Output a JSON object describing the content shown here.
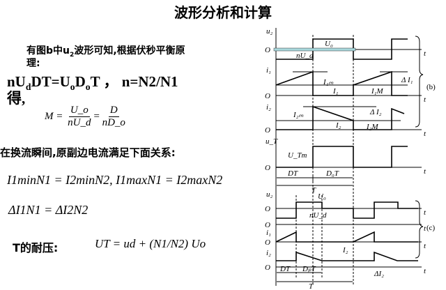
{
  "title": "波形分析和计算",
  "left": {
    "line1": "有图b中u",
    "line1_sub": "2",
    "line1_rest": "波形可知,根据伏秒平衡原",
    "line2": "理:",
    "eq1": "nU_dDT=U_oD_oT ， n=N2/N1",
    "eq1_parts": {
      "a": "nU",
      "a_sub": "d",
      "b": "DT=U",
      "b_sub": "o",
      "c": "D",
      "c_sub": "o",
      "d": "T ，  n=N2/N1"
    },
    "de": "得,",
    "m_formula": {
      "lhs": "M =",
      "num1": "U_o",
      "den1": "nU_d",
      "num2": "D",
      "den2": "nD_o"
    },
    "relation_text": "在换流瞬间,原副边电流满足下面关系:",
    "eq2": "I1minN1 = I2minN2, I1maxN1 = I2maxN2",
    "eq3": "ΔI1N1 = ΔI2N2",
    "t_label": "T的耐压:",
    "eq4": "UT = ud + (N1/N2) Uo"
  },
  "diagram": {
    "labels_b": {
      "u2": "u₂",
      "O": "O",
      "t": "t",
      "U0": "U₀",
      "nUd": "nU_d",
      "i1": "i₁",
      "I1m": "I₁ₘ",
      "I1": "I₁",
      "I1M": "I₁M",
      "dI1": "Δ I₁",
      "i2": "i₂",
      "I2m": "I₂ₘ",
      "I2": "I₂",
      "dI2": "Δ I₂",
      "I2M": "I₂M",
      "uT": "u_T",
      "UTm": "U_Tm",
      "DT": "DT",
      "D0T": "D₀T",
      "T": "T"
    },
    "labels_c": {
      "u2": "u₂",
      "O": "O",
      "t": "t",
      "U0": "U₀",
      "nUd": "nU_d",
      "i1": "i₁",
      "i2": "i₂",
      "I2": "I₂",
      "dI2": "ΔI₂",
      "DT": "DT",
      "DpT": "DₚT",
      "T": "T"
    },
    "tag_b": "(b)",
    "tag_c": "(c)",
    "highlight_color": "#a8d8dc"
  }
}
